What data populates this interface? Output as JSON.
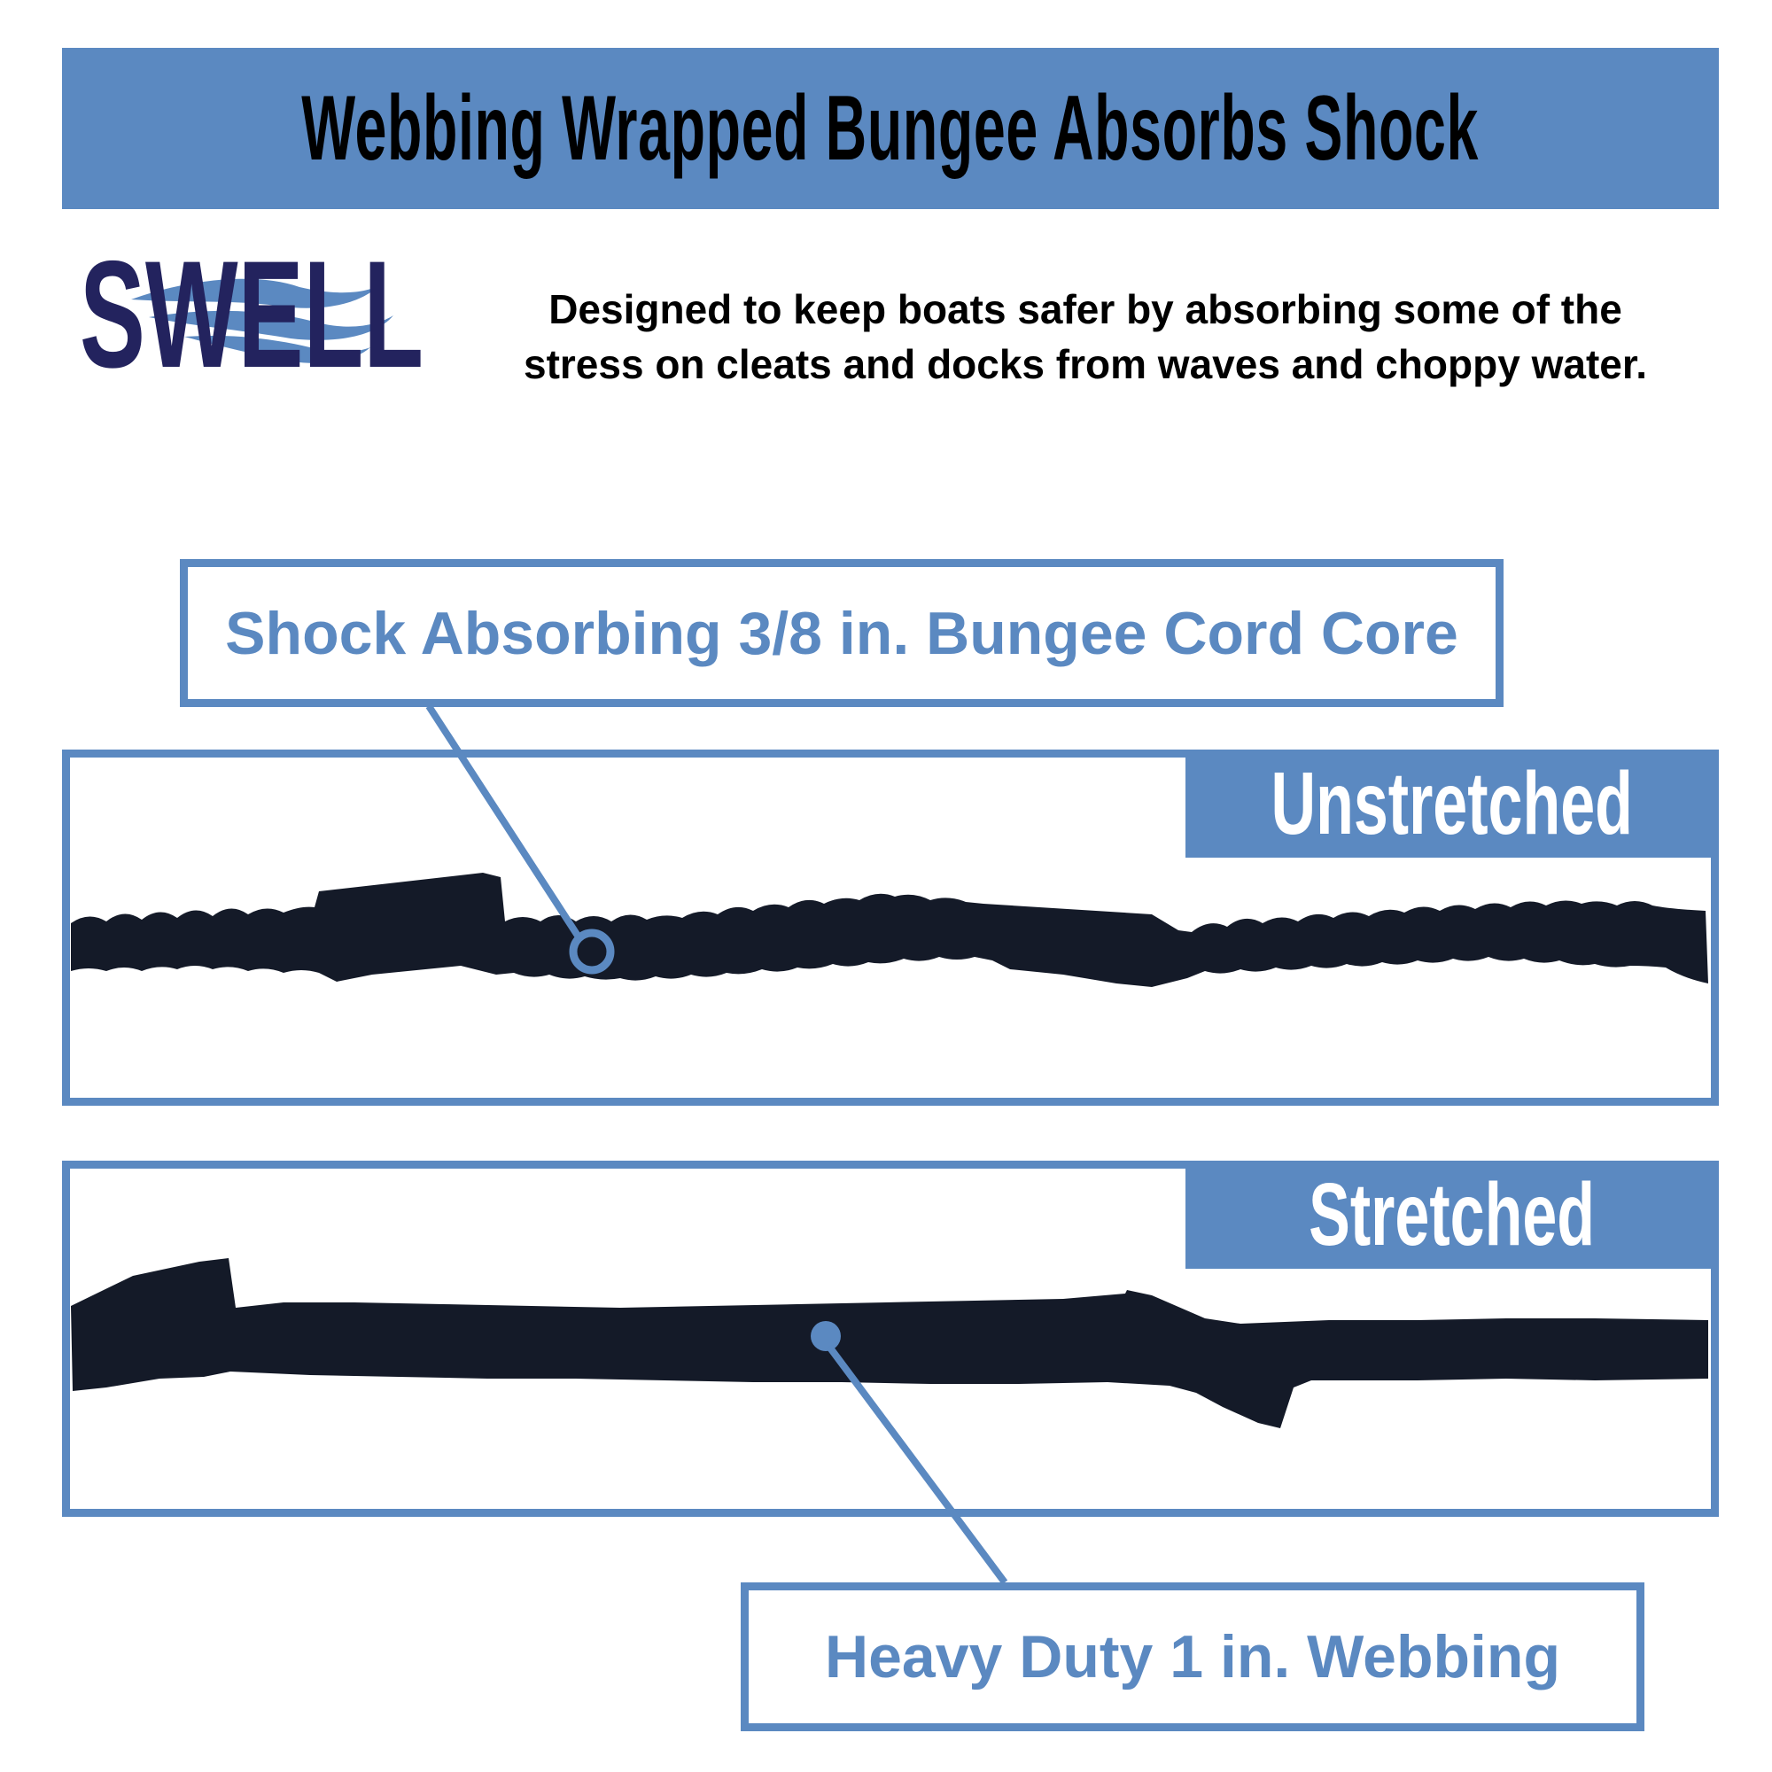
{
  "banner": {
    "title": "Webbing Wrapped Bungee Absorbs Shock"
  },
  "logo": {
    "text": "SWELL"
  },
  "subtitle": {
    "line1": "Designed to keep boats safer by absorbing some of the",
    "line2": "stress on cleats and docks from waves and choppy water."
  },
  "callouts": [
    {
      "label": "Shock Absorbing 3/8 in. Bungee Cord Core"
    },
    {
      "label": "Heavy Duty 1 in. Webbing"
    }
  ],
  "panels": [
    {
      "label": "Unstretched",
      "icon": "bungee-cord-unstretched"
    },
    {
      "label": "Stretched",
      "icon": "bungee-cord-stretched"
    }
  ],
  "colors": {
    "accent_blue": "#5b89c1",
    "logo_navy": "#23235e",
    "cord_black": "#141a28",
    "background": "#ffffff"
  }
}
